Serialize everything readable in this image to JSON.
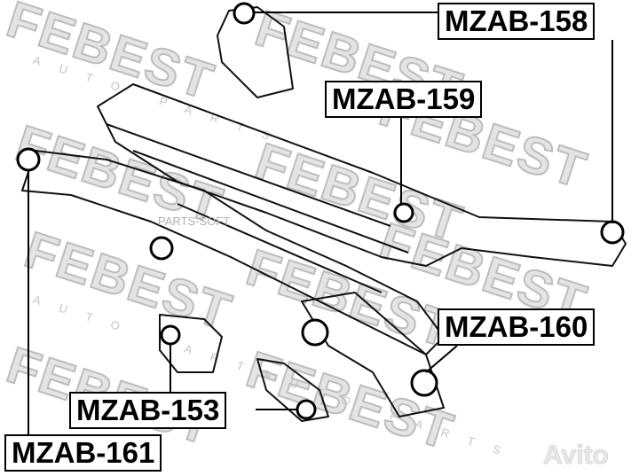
{
  "watermark": {
    "brand": "FEBEST",
    "subtitle": "AUTO PARTS",
    "overlay": "PARTS-SOFT",
    "site_logo": "Avito"
  },
  "labels": {
    "mzab158": "MZAB-158",
    "mzab159": "MZAB-159",
    "mzab160": "MZAB-160",
    "mzab153": "MZAB-153",
    "mzab161": "MZAB-161"
  }
}
